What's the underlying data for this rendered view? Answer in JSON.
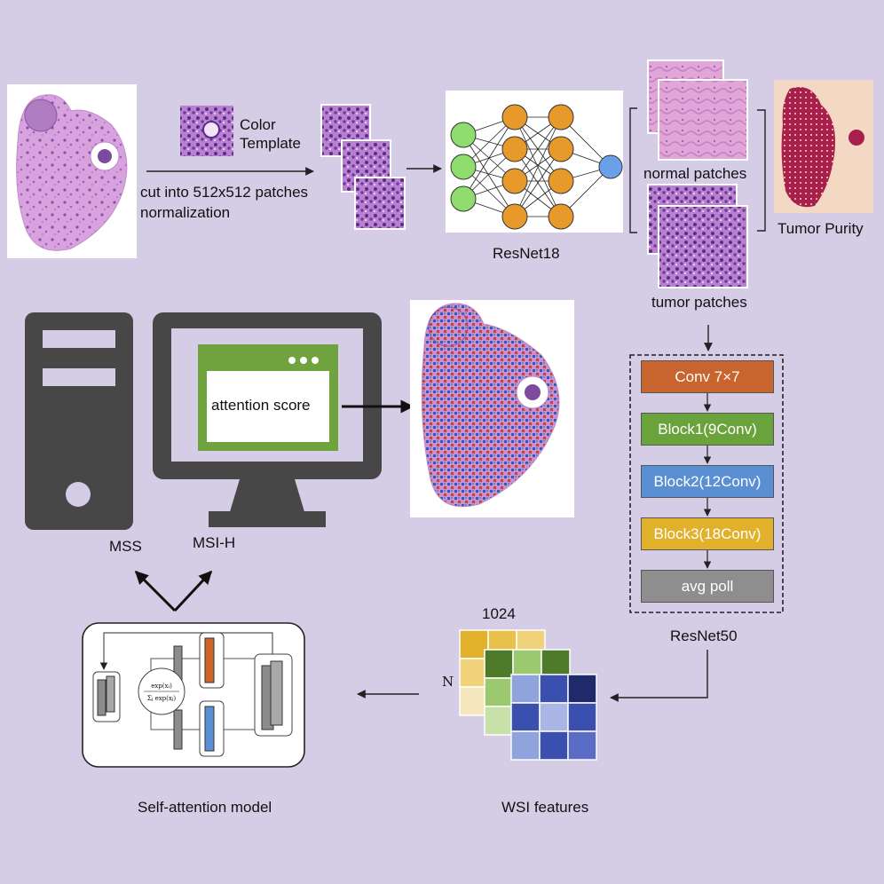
{
  "labels": {
    "color_template": "Color Template",
    "cut_patches": "cut into 512x512 patches",
    "normalization": "normalization",
    "resnet18": "ResNet18",
    "normal_patches": "normal patches",
    "tumor_purity": "Tumor Purity",
    "tumor_patches": "tumor patches",
    "attention_score": "attention score",
    "mss": "MSS",
    "msi_h": "MSI-H",
    "resnet50": "ResNet50",
    "feature_dim": "1024",
    "feature_n": "N",
    "wsi_features": "WSI features",
    "self_attention_model": "Self-attention model"
  },
  "resnet50_blocks": [
    {
      "label": "Conv 7×7",
      "color": "#c8652f"
    },
    {
      "label": "Block1(9Conv)",
      "color": "#6aa33c"
    },
    {
      "label": "Block2(12Conv)",
      "color": "#5b8fd4"
    },
    {
      "label": "Block3(18Conv)",
      "color": "#e2b12b"
    },
    {
      "label": "avg poll",
      "color": "#8e8e8e"
    }
  ],
  "colors": {
    "background": "#d5cce5",
    "he_tissue": "#cc8fd0",
    "tumor_purity_mask": "#a81f4c",
    "computer": "#474747",
    "window": "#6ea33e",
    "neuron_input": "#8fdc6f",
    "neuron_hidden": "#e79a2a",
    "neuron_output": "#6aa0e8"
  }
}
